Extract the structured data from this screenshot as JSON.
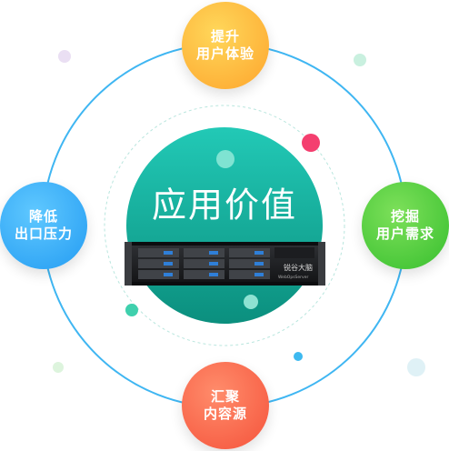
{
  "center": {
    "title": "应用价值"
  },
  "server": {
    "brand": "锐谷大脑",
    "sub": "WebOpsServer"
  },
  "nodes": {
    "top": {
      "line1": "提升",
      "line2": "用户体验"
    },
    "left": {
      "line1": "降低",
      "line2": "出口压力"
    },
    "right": {
      "line1": "挖掘",
      "line2": "用户需求"
    },
    "bottom": {
      "line1": "汇聚",
      "line2": "内容源"
    }
  },
  "colors": {
    "orbit": "#3fb6f2",
    "center_top": "#1fc6b3",
    "center_bottom": "#0d9a87",
    "top": "#fdb43a",
    "left": "#31a8f5",
    "right": "#4bc93a",
    "bottom": "#f76b4b"
  }
}
